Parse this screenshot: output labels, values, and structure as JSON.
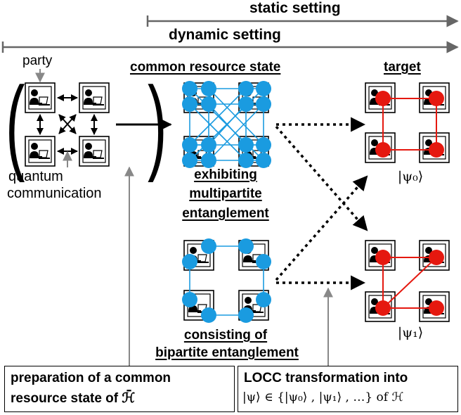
{
  "labels": {
    "static_setting": "static setting",
    "dynamic_setting": "dynamic setting",
    "party": "party",
    "quantum_communication_1": "quantum",
    "quantum_communication_2": "communication",
    "common_resource_state": "common resource state",
    "target": "target",
    "multipartite_1": "exhibiting",
    "multipartite_2": "multipartite",
    "multipartite_3": "entanglement",
    "bipartite_1": "consisting of",
    "bipartite_2": "bipartite entanglement",
    "psi0": "|ψ₀⟩",
    "psi1": "|ψ₁⟩"
  },
  "boxes": {
    "preparation_line1": "preparation of a common",
    "preparation_line2": "resource state of ℋ̄",
    "locc_line1": "LOCC transformation into",
    "locc_line2": "|ψ⟩ ∈ {|ψ₀⟩ , |ψ₁⟩ , …} of ℋ"
  },
  "colors": {
    "blue_node": "#1a9be0",
    "blue_edge": "#1a9be0",
    "red_node": "#e5180f",
    "red_edge": "#e5180f",
    "grey_pointer": "#888888"
  },
  "icons": [
    "person-at-computer-icon"
  ]
}
